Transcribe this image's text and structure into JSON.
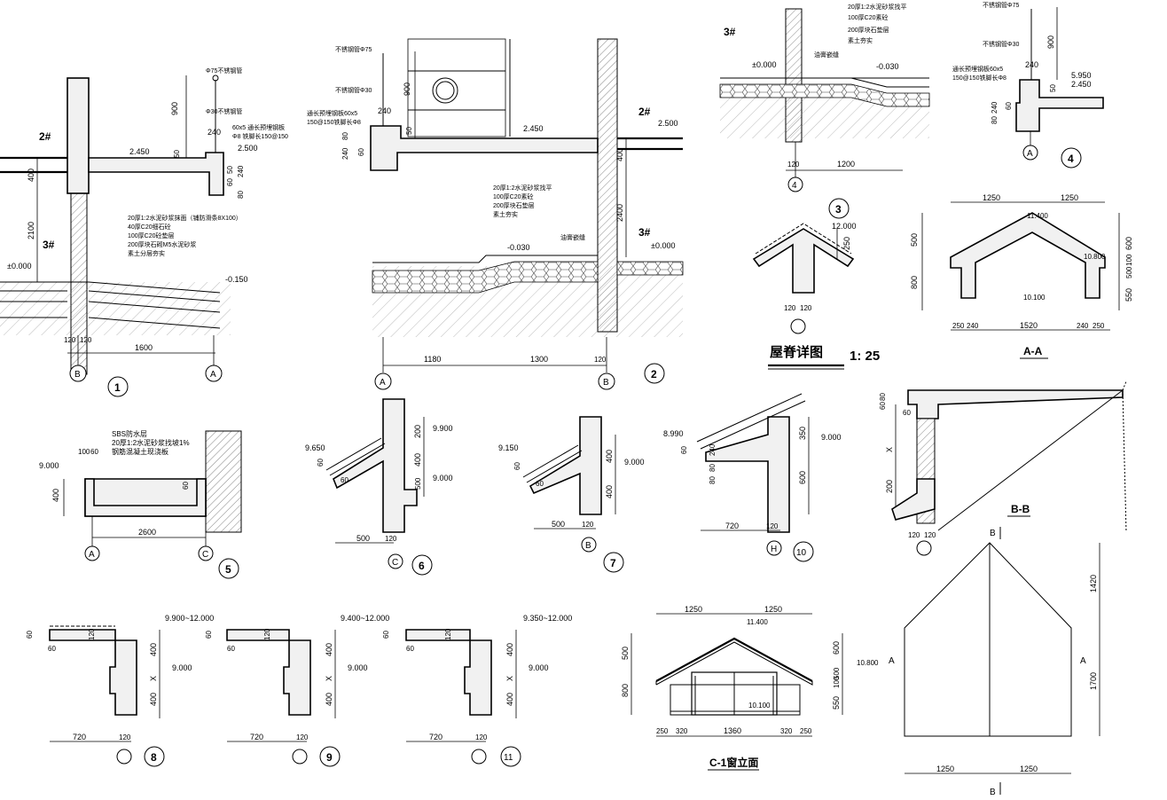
{
  "d1": {
    "tags": [
      "2#",
      "3#"
    ],
    "labels": {
      "pipe75": "Φ75不锈钢管",
      "pipe30": "Φ30不锈钢管",
      "plate": "60x5 通长预埋钢板",
      "anchor": "Φ8 铁脚长150@150",
      "layers": [
        "20厚1:2水泥砂浆抹面（铺防滑条8X100）",
        "40厚C20细石砼",
        "100厚C20砼垫层",
        "200厚块石砌M5水泥砂浆",
        "素土分层夯实"
      ]
    },
    "dims": [
      "900",
      "240",
      "50",
      "50",
      "60",
      "80",
      "240",
      "400",
      "2100",
      "1600",
      "120",
      "120"
    ],
    "levels": [
      "2.450",
      "2.500",
      "±0.000",
      "-0.150"
    ],
    "axes": [
      "B",
      "A"
    ],
    "num": "1"
  },
  "d2": {
    "tags": [
      "2#",
      "3#"
    ],
    "labels": {
      "pipe75": "不锈钢管Φ75",
      "pipe30": "不锈钢管Φ30",
      "plate": "通长预埋钢板60x5",
      "anchor": "150@150铁脚长Φ8",
      "joint": "油膏嵌缝",
      "layers": [
        "20厚1:2水泥砂浆找平",
        "100厚C20素砼",
        "200厚块石垫层",
        "素土夯实"
      ]
    },
    "dims": [
      "900",
      "240",
      "50",
      "80",
      "240",
      "60",
      "400",
      "2400",
      "1180",
      "1300",
      "120"
    ],
    "levels": [
      "2.450",
      "2.500",
      "-0.030",
      "±0.000"
    ],
    "axes": [
      "A",
      "B"
    ],
    "num": "2"
  },
  "d3": {
    "tags": [
      "3#"
    ],
    "labels": {
      "joint": "油膏嵌缝",
      "layers": [
        "20厚1:2水泥砂浆找平",
        "100厚C20素砼",
        "200厚块石垫层",
        "素土夯实"
      ]
    },
    "dims": [
      "120",
      "1200"
    ],
    "levels": [
      "±0.000",
      "-0.030"
    ],
    "axes": [
      "4"
    ],
    "num": "3"
  },
  "d4": {
    "labels": {
      "pipe75": "不锈钢管Φ75",
      "pipe30": "不锈钢管Φ30",
      "plate": "通长预埋钢板60x5",
      "anchor": "150@150铁脚长Φ8"
    },
    "dims": [
      "900",
      "240",
      "50",
      "60",
      "80",
      "240"
    ],
    "levels": [
      "5.950",
      "2.450"
    ],
    "axes": [
      "A"
    ],
    "num": "4"
  },
  "ridge": {
    "dims": [
      "250",
      "120",
      "120"
    ],
    "levels": [
      "12.000"
    ],
    "title": "屋脊详图",
    "scale": "1: 25"
  },
  "aa": {
    "dims": [
      "1250",
      "1250",
      "500",
      "800",
      "600",
      "550",
      "500",
      "100",
      "250",
      "240",
      "1520",
      "240",
      "250"
    ],
    "levels": [
      "11.400",
      "10.800",
      "10.100"
    ],
    "title": "A-A"
  },
  "d5": {
    "labels": [
      "SBS防水层",
      "20厚1:2水泥砂浆找坡1%",
      "钢筋混凝土现浇板"
    ],
    "dims": [
      "100",
      "60",
      "400",
      "60",
      "2600"
    ],
    "levels": [
      "9.000"
    ],
    "axes": [
      "A",
      "C"
    ],
    "num": "5"
  },
  "d6": {
    "dims": [
      "60",
      "60",
      "200",
      "400",
      "500",
      "500",
      "120"
    ],
    "levels": [
      "9.650",
      "9.900",
      "9.000"
    ],
    "axes": [
      "C"
    ],
    "num": "6"
  },
  "d7": {
    "dims": [
      "60",
      "60",
      "400",
      "400",
      "500",
      "120"
    ],
    "levels": [
      "9.150",
      "9.000"
    ],
    "axes": [
      "B"
    ],
    "num": "7"
  },
  "d10": {
    "dims": [
      "60",
      "80",
      "240",
      "80",
      "350",
      "600",
      "720",
      "120"
    ],
    "levels": [
      "8.990",
      "9.000"
    ],
    "axes": [
      "H"
    ],
    "num": "10"
  },
  "bb": {
    "dims": [
      "60",
      "80",
      "60",
      "X",
      "200",
      "120",
      "120"
    ],
    "title": "B-B"
  },
  "d8": {
    "dims": [
      "60",
      "60",
      "120",
      "400",
      "X",
      "400",
      "720",
      "120"
    ],
    "levels": [
      "9.900~12.000",
      "9.000"
    ],
    "num": "8"
  },
  "d9": {
    "dims": [
      "60",
      "60",
      "120",
      "400",
      "X",
      "400",
      "720",
      "120"
    ],
    "levels": [
      "9.400~12.000",
      "9.000"
    ],
    "num": "9"
  },
  "d11": {
    "dims": [
      "60",
      "60",
      "120",
      "400",
      "X",
      "400",
      "720",
      "120"
    ],
    "levels": [
      "9.350~12.000",
      "9.000"
    ],
    "num": "11"
  },
  "c1": {
    "dims": [
      "1250",
      "1250",
      "500",
      "800",
      "600",
      "500",
      "100",
      "550",
      "250",
      "320",
      "1360",
      "320",
      "250"
    ],
    "levels": [
      "11.400",
      "10.800",
      "10.100"
    ],
    "title": "C-1窗立面"
  },
  "plan": {
    "dims": [
      "1420",
      "1700",
      "1250",
      "1250"
    ],
    "marks": [
      "A",
      "A",
      "B",
      "B"
    ]
  }
}
